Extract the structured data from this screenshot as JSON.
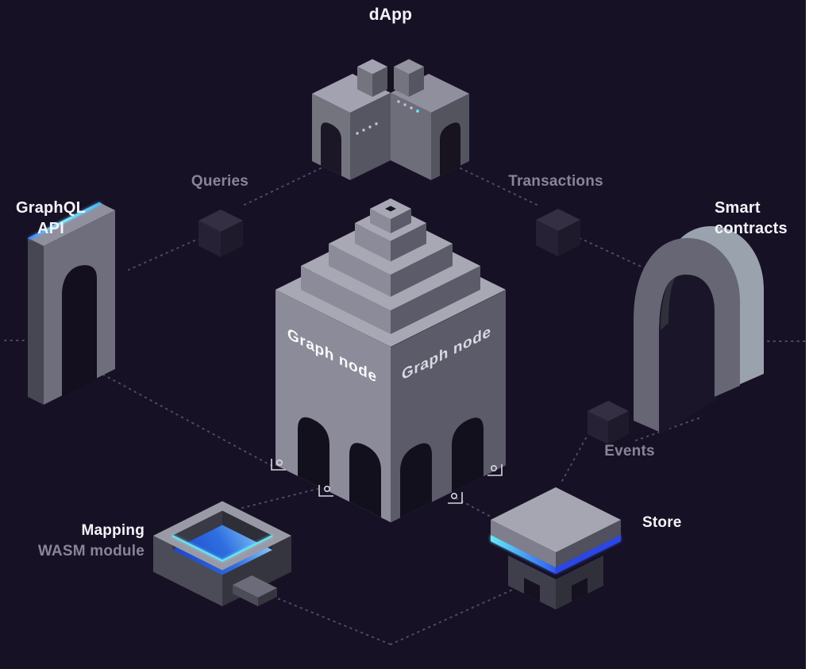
{
  "nodes": {
    "dapp": {
      "label": "dApp"
    },
    "graphql_api": {
      "line1": "GraphQL",
      "line2": "API"
    },
    "smart_contracts": {
      "line1": "Smart",
      "line2": "contracts"
    },
    "graph_node": {
      "face_left": "Graph node",
      "face_right": "Graph node"
    },
    "mapping": {
      "line1": "Mapping",
      "line2": "WASM module"
    },
    "store": {
      "label": "Store"
    }
  },
  "flows": {
    "queries": {
      "label": "Queries"
    },
    "transactions": {
      "label": "Transactions"
    },
    "events": {
      "label": "Events"
    }
  },
  "colors": {
    "background": "#171126",
    "accent_cyan": "#67e8f9",
    "accent_blue": "#2f6fe0",
    "label_muted": "#8a8496",
    "label_white": "#f4f4f7"
  }
}
